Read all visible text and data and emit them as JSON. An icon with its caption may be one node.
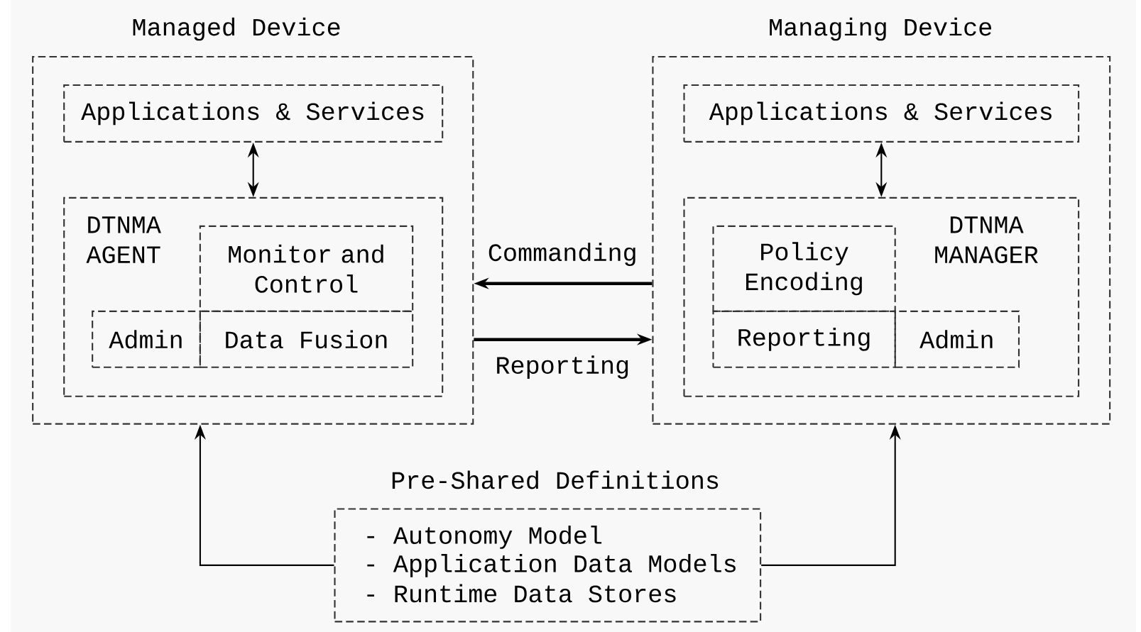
{
  "diagram": {
    "nodes": [
      {
        "text": [
          "Managed Device"
        ]
      },
      {
        "text": [
          "Applications & Services"
        ],
        "in": 0
      },
      {
        "text": [
          "DTNMA AGENT"
        ],
        "in": 0
      },
      {
        "text": [
          "Monitor and Control"
        ],
        "in": 2
      },
      {
        "text": [
          "Admin"
        ],
        "in": 2
      },
      {
        "text": [
          "Data Fusion"
        ],
        "in": 2
      },
      {
        "text": [
          "Managing Device"
        ]
      },
      {
        "text": [
          "Applications & Services"
        ],
        "in": 6
      },
      {
        "text": [
          "DTNMA MANAGER"
        ],
        "in": 6
      },
      {
        "text": [
          "Policy Encoding"
        ],
        "in": 8
      },
      {
        "text": [
          "Reporting"
        ],
        "in": 8
      },
      {
        "text": [
          "Admin"
        ],
        "in": 8
      },
      {
        "text": [
          "Pre-Shared Definitions",
          "- Autonomy Model",
          "- Application Data Models",
          "- Runtime Data Stores"
        ]
      }
    ],
    "edges": [
      {
        "from": 1,
        "to": 2,
        "arrow": "both"
      },
      {
        "from": 7,
        "to": 8,
        "arrow": "both"
      },
      {
        "from": 6,
        "to": 0,
        "arrow": "to",
        "label": "Commanding",
        "style": "thick"
      },
      {
        "from": 0,
        "to": 6,
        "arrow": "to",
        "label": "Reporting",
        "style": "thick"
      },
      {
        "from": 12,
        "to": 0,
        "arrow": "to"
      },
      {
        "from": 12,
        "to": 6,
        "arrow": "to"
      }
    ]
  }
}
